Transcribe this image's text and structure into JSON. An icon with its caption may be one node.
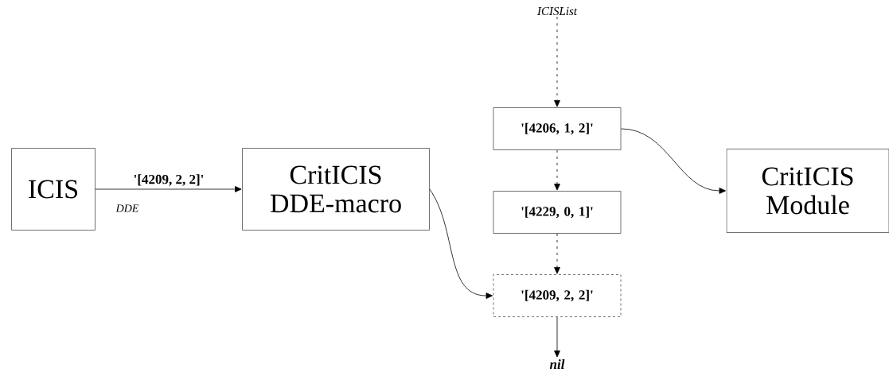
{
  "diagram": {
    "nodes": [
      {
        "text": [
          "ICIS"
        ]
      },
      {
        "text": [
          "CritICIS DDE-macro"
        ]
      },
      {
        "text": [
          "ICISList"
        ]
      },
      {
        "text": [
          "'[4206, 1, 2]'"
        ]
      },
      {
        "text": [
          "'[4229, 0, 1]'"
        ]
      },
      {
        "text": [
          "'[4209, 2, 2]'"
        ]
      },
      {
        "text": [
          "nil"
        ]
      },
      {
        "text": [
          "CritICIS Module"
        ]
      }
    ],
    "edges": [
      {
        "from": 0,
        "to": 1,
        "arrow": "to",
        "label": "'[4209, 2, 2]'"
      },
      {
        "from": 2,
        "to": 3,
        "arrow": "to",
        "style": "dashed"
      },
      {
        "from": 3,
        "to": 4,
        "arrow": "to",
        "style": "dashed"
      },
      {
        "from": 4,
        "to": 5,
        "arrow": "to",
        "style": "dashed"
      },
      {
        "from": 5,
        "to": 6,
        "arrow": "to"
      },
      {
        "from": 3,
        "to": 7,
        "arrow": "to"
      },
      {
        "from": 1,
        "to": 5,
        "arrow": "to"
      }
    ],
    "labels": [
      "DDE"
    ]
  }
}
